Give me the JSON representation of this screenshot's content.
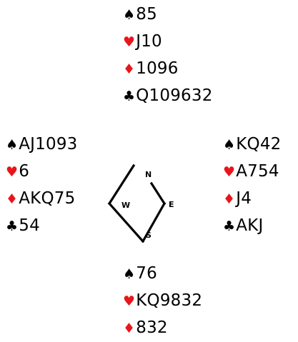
{
  "hands": {
    "north": {
      "spades": "85",
      "hearts": "J10",
      "diamonds": "1096",
      "clubs": "Q109632"
    },
    "west": {
      "spades": "AJ1093",
      "hearts": "6",
      "diamonds": "AKQ75",
      "clubs": "54"
    },
    "east": {
      "spades": "KQ42",
      "hearts": "A754",
      "diamonds": "J4",
      "clubs": "AKJ"
    },
    "south": {
      "spades": "76",
      "hearts": "KQ9832",
      "diamonds": "832"
    }
  },
  "suit_symbols": {
    "spades": "♠",
    "hearts": "♥",
    "diamonds": "♦",
    "clubs": "♣"
  },
  "compass": {
    "north": "N",
    "west": "W",
    "east": "E",
    "south": "S"
  },
  "colors": {
    "red_suit": "#e8151b",
    "black_suit": "#000000",
    "background": "#ffffff"
  }
}
